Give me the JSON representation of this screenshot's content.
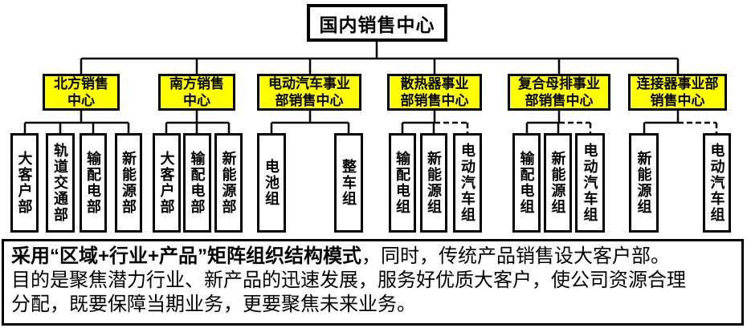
{
  "colors": {
    "level2_fill": "#ffff00",
    "node_fill": "#ffffff",
    "line_and_border": "#000000",
    "text": "#000000"
  },
  "org_chart": {
    "root": {
      "label": "国内销售中心"
    },
    "groups": [
      {
        "parent": {
          "label": "北方销售\n中心"
        },
        "children": [
          {
            "label": "大客户部",
            "dashed_link": false
          },
          {
            "label": "轨道交通部",
            "dashed_link": false
          },
          {
            "label": "输配电部",
            "dashed_link": false
          },
          {
            "label": "新能源部",
            "dashed_link": false
          }
        ]
      },
      {
        "parent": {
          "label": "南方销售\n中心"
        },
        "children": [
          {
            "label": "大客户部",
            "dashed_link": false
          },
          {
            "label": "输配电部",
            "dashed_link": false
          },
          {
            "label": "新能源部",
            "dashed_link": false
          }
        ]
      },
      {
        "parent": {
          "label": "电动汽车事业\n部销售中心"
        },
        "children": [
          {
            "label": "电池组",
            "dashed_link": false
          },
          {
            "label": "整车组",
            "dashed_link": false
          }
        ]
      },
      {
        "parent": {
          "label": "散热器事业\n部销售中心"
        },
        "children": [
          {
            "label": "输配电组",
            "dashed_link": false
          },
          {
            "label": "新能源组",
            "dashed_link": false
          },
          {
            "label": "电动汽车组",
            "dashed_link": true
          }
        ]
      },
      {
        "parent": {
          "label": "复合母排事业\n部销售中心"
        },
        "children": [
          {
            "label": "输配电组",
            "dashed_link": false
          },
          {
            "label": "新能源组",
            "dashed_link": false
          },
          {
            "label": "电动汽车组",
            "dashed_link": true
          }
        ]
      },
      {
        "parent": {
          "label": "连接器事业部\n销售中心"
        },
        "children": [
          {
            "label": "新能源组",
            "dashed_link": false
          },
          {
            "label": "电动汽车组",
            "dashed_link": true
          }
        ]
      }
    ]
  },
  "note": {
    "line1_bold": "采用“区域+行业+产品”矩阵组织结构模式",
    "line1_rest": "，同时，传统产品销售设大客户部。",
    "line2": "目的是聚焦潜力行业、新产品的迅速发展，服务好优质大客户，使公司资源合理",
    "line3": "分配，既要保障当期业务，更要聚焦未来业务。"
  }
}
